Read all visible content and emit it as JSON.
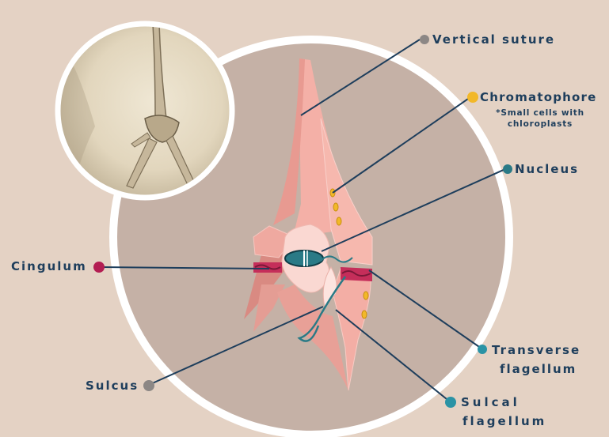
{
  "labels": {
    "vertical_suture": "Vertical suture",
    "chromatophore": "Chromatophore",
    "chromatophore_note_line1": "*Small cells with",
    "chromatophore_note_line2": "chloroplasts",
    "nucleus": "Nucleus",
    "cingulum": "Cingulum",
    "transverse_line1": "Transverse",
    "transverse_line2": "flagellum",
    "sulcus": "Sulcus",
    "sulcal_line1": "Sulcal",
    "sulcal_line2": "flagellum"
  },
  "colors": {
    "background": "#e4d2c4",
    "circle_fill": "#c5b1a6",
    "cell_body": "#f2b0a8",
    "cell_shadow": "#e3968c",
    "leader_line": "#1e3e5c",
    "label_text": "#1e3e5c",
    "dot_vertical_suture": "#8c8785",
    "dot_chromatophore": "#f2b829",
    "dot_nucleus": "#2a7a86",
    "dot_cingulum": "#b31d52",
    "dot_transverse": "#2a93a5",
    "dot_sulcus": "#8c8785",
    "dot_sulcal": "#2a93a5"
  }
}
